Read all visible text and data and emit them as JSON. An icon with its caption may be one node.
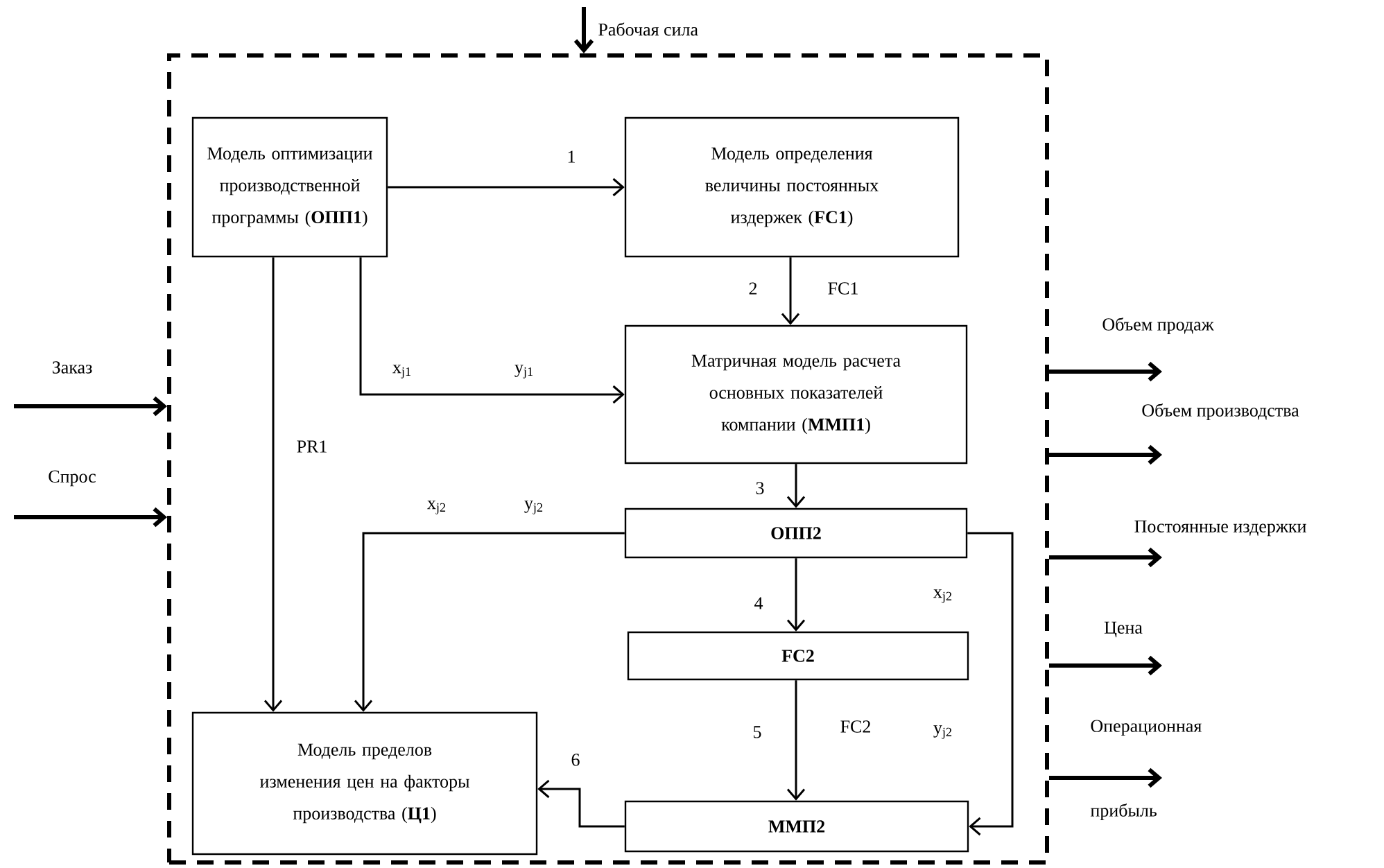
{
  "diagram": {
    "nodes": [
      {
        "text": [],
        "shape": "box"
      },
      {
        "text": [
          "Модель оптимизации производственной программы (**ОПП1**)"
        ],
        "in": 0
      },
      {
        "text": [
          "Модель определения величины постоянных издержек (**FC1**)"
        ],
        "in": 0
      },
      {
        "text": [
          "Матричная модель расчета основных показателей компании (**ММП1**)"
        ],
        "in": 0
      },
      {
        "text": [
          "ОПП2"
        ],
        "in": 0
      },
      {
        "text": [
          "FC2"
        ],
        "in": 0
      },
      {
        "text": [
          "ММП2"
        ],
        "in": 0
      },
      {
        "text": [
          "Модель пределов изменения цен на факторы производства (**Ц1**)"
        ],
        "in": 0
      }
    ],
    "edges": [
      {
        "from": 1,
        "to": 2,
        "arrow": "to",
        "label": "1"
      },
      {
        "from": 2,
        "to": 3,
        "arrow": "to",
        "label": "2"
      },
      {
        "from": 1,
        "to": 3,
        "arrow": "to"
      },
      {
        "from": 1,
        "to": 7,
        "arrow": "to"
      },
      {
        "from": 3,
        "to": 4,
        "arrow": "to",
        "label": "3"
      },
      {
        "from": 4,
        "to": 7,
        "arrow": "to"
      },
      {
        "from": 4,
        "to": 5,
        "arrow": "to",
        "label": "4"
      },
      {
        "from": 5,
        "to": 6,
        "arrow": "to",
        "label": "5"
      },
      {
        "from": 4,
        "to": 6,
        "arrow": "to"
      },
      {
        "from": 6,
        "to": 7,
        "arrow": "to",
        "label": "6"
      },
      {
        "from": null,
        "to": 0,
        "arrow": "to",
        "label": "Рабочая сила",
        "style": "thick"
      },
      {
        "from": null,
        "to": 0,
        "arrow": "to",
        "label": "Заказ",
        "style": "thick"
      },
      {
        "from": null,
        "to": 0,
        "arrow": "to",
        "label": "Спрос",
        "style": "thick"
      },
      {
        "from": 0,
        "to": null,
        "arrow": "to",
        "label": "Объем продаж",
        "style": "thick"
      },
      {
        "from": 0,
        "to": null,
        "arrow": "to",
        "label": "Объем производства",
        "style": "thick"
      },
      {
        "from": 0,
        "to": null,
        "arrow": "to",
        "label": "Постоянные издержки",
        "style": "thick"
      },
      {
        "from": 0,
        "to": null,
        "arrow": "to",
        "label": "Цена",
        "style": "thick"
      },
      {
        "from": 0,
        "to": null,
        "arrow": "to",
        "label": "Операционная прибыль",
        "style": "thick"
      }
    ],
    "labels": [
      "FC1",
      "x$_{j1}$",
      "y$_{j1}$",
      "PR1",
      "x$_{j2}$",
      "y$_{j2}$",
      "x$_{j2}$",
      "FC2",
      "y$_{j2}$"
    ]
  }
}
